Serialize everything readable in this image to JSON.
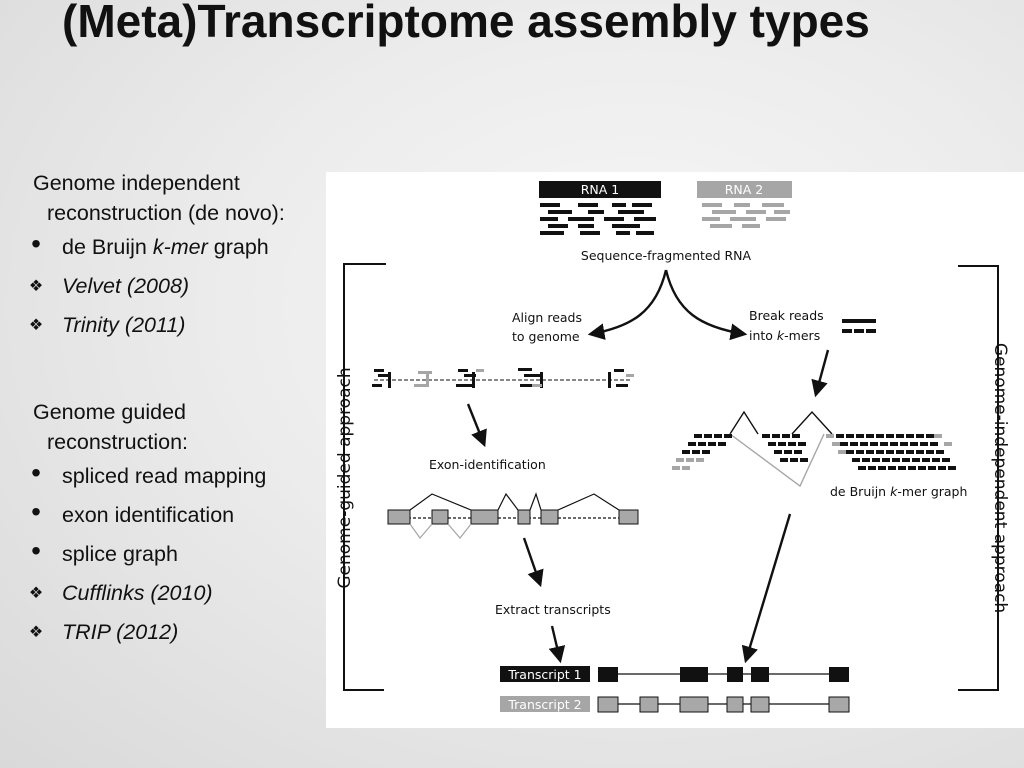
{
  "slide": {
    "title": "(Meta)Transcriptome assembly types"
  },
  "left": {
    "group1": {
      "head": "Genome independent",
      "head_cont": "reconstruction (de novo):",
      "items": [
        {
          "marker": "•",
          "text_pre": "de Bruijn ",
          "text_em": "k-mer",
          "text_post": " graph"
        },
        {
          "marker": "❖",
          "text": "Velvet (2008)"
        },
        {
          "marker": "❖",
          "text": "Trinity (2011)"
        }
      ]
    },
    "group2": {
      "head": "Genome guided",
      "head_cont": "reconstruction:",
      "items": [
        {
          "marker": "•",
          "text": "spliced read mapping"
        },
        {
          "marker": "•",
          "text": "exon identification"
        },
        {
          "marker": "•",
          "text": "splice graph"
        },
        {
          "marker": "❖",
          "text": "Cufflinks (2010)"
        },
        {
          "marker": "❖",
          "text": "TRIP (2012)"
        }
      ]
    }
  },
  "figure": {
    "rna1": "RNA 1",
    "rna2": "RNA 2",
    "fragmented": "Sequence-fragmented RNA",
    "align_1": "Align reads",
    "align_2": "to genome",
    "break_1": "Break reads",
    "break_2_pre": "into ",
    "break_2_em": "k",
    "break_2_post": "-mers",
    "exon_id": "Exon-identification",
    "debruijn_pre": "de Bruijn ",
    "debruijn_em": "k",
    "debruijn_post": "-mer graph",
    "extract": "Extract transcripts",
    "transcript1": "Transcript 1",
    "transcript2": "Transcript 2",
    "side_left": "Genome-guided approach",
    "side_right": "Genome-independent approach",
    "colors": {
      "dark": "#111111",
      "gray": "#a6a6a6",
      "box_fill": "#a8a8a8"
    }
  }
}
